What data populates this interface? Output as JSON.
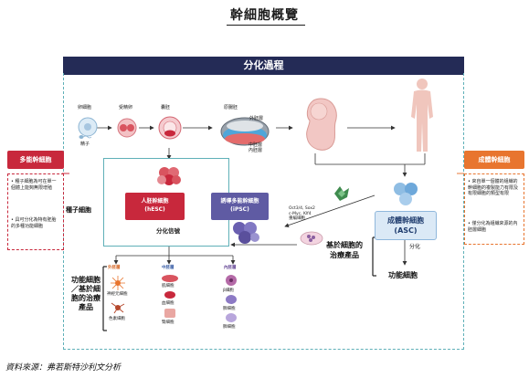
{
  "title": "幹細胞概覽",
  "banner": "分化過程",
  "stages": {
    "egg": "卵細胞",
    "sperm": "精子",
    "fertilized": "受精卵",
    "blastocyst": "囊胚",
    "gastrula": "原腸胚",
    "ectoderm": "外胚層",
    "mesoderm": "中胚層",
    "endoderm": "內胚層"
  },
  "left_panel": {
    "heading": "多能幹細胞",
    "bullets": [
      "種子細胞為可在單一個體上能夠無限增殖",
      "具可分化為特有胚胎的多種功能細胞"
    ]
  },
  "right_panel": {
    "heading": "成體幹細胞",
    "bullets": [
      "來自單一個體的組織的幹細胞的複製能力有限及有限細胞的類型有限",
      "僅分化為組織來源的內胚層細胞"
    ]
  },
  "seed_cell_label": "種子細胞",
  "hesc": {
    "line1": "人胚幹細胞",
    "line2": "(hESC)"
  },
  "ipsc": {
    "line1": "誘導多能幹細胞",
    "line2": "(iPSC)"
  },
  "diff_signal": "分化信號",
  "reprogram": {
    "line1": "Oct3/4, Sox2",
    "line2": "c-Myc, Klf4",
    "line3": "重編細胞"
  },
  "asc": {
    "line1": "成體幹細胞",
    "line2": "(ASC)"
  },
  "asc_products": {
    "line1": "基於細胞的",
    "line2": "治療產品"
  },
  "differentiate": "分化",
  "functional_cells": "功能細胞",
  "functional_products": {
    "line1": "功能細胞",
    "line2": "／基於細",
    "line3": "胞的治療",
    "line4": "產品"
  },
  "lineages": {
    "ecto": {
      "title": "外胚層",
      "cells": [
        "神經元細胞",
        "色素細胞"
      ]
    },
    "meso": {
      "title": "中胚層",
      "cells": [
        "肌細胞",
        "血細胞",
        "腎細胞"
      ]
    },
    "endo": {
      "title": "內胚層",
      "cells": [
        "β細胞",
        "肺細胞",
        "肺細胞"
      ]
    }
  },
  "source": "資料來源：弗若斯特沙利文分析"
}
